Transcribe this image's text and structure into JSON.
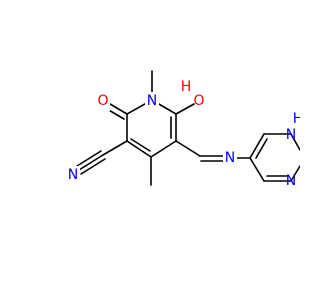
{
  "molecule": {
    "colors": {
      "bond": "#000000",
      "oxygen": "#ff0000",
      "nitrogen": "#0000ff",
      "background": "#ffffff"
    },
    "labels": {
      "oh_h": "H",
      "oh_o": "O",
      "carbonyl_o": "O",
      "ring_n": "N",
      "nitrile_n": "N",
      "imine_n": "N",
      "nh_n": "N",
      "nh_h": "H",
      "imidazole_n": "N"
    }
  }
}
